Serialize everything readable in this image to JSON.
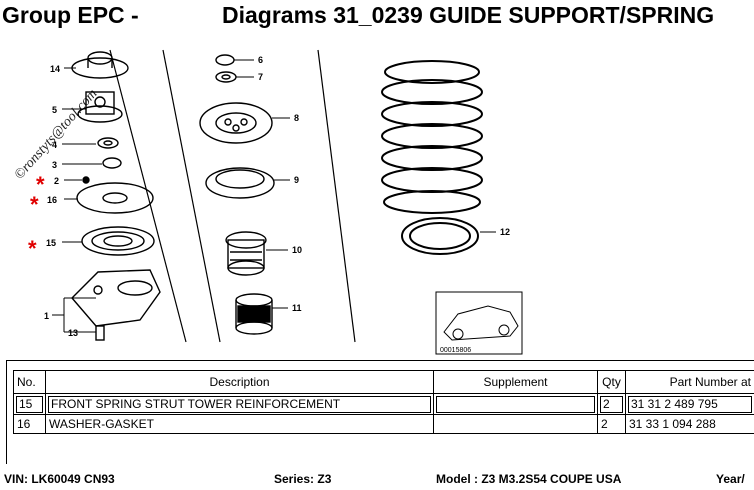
{
  "header": {
    "group_label": "Group EPC -",
    "diagram_title": "Diagrams 31_0239 GUIDE SUPPORT/SPRING"
  },
  "watermark": "©ronstyts@tool.com",
  "diagram": {
    "part_numbers": [
      "14",
      "5",
      "4",
      "3",
      "2",
      "16",
      "15",
      "1",
      "13",
      "6",
      "7",
      "8",
      "9",
      "10",
      "11",
      "12"
    ],
    "asterisk": "*",
    "thumbnail_code": "00015806"
  },
  "table": {
    "headers": {
      "no": "No.",
      "description": "Description",
      "supplement": "Supplement",
      "qty": "Qty",
      "part_number": "Part Number at"
    },
    "rows": [
      {
        "no": "15",
        "description": "FRONT SPRING STRUT TOWER REINFORCEMENT",
        "supplement": "",
        "qty": "2",
        "part_number": "31 31 2 489 795"
      },
      {
        "no": "16",
        "description": "WASHER-GASKET",
        "supplement": "",
        "qty": "2",
        "part_number": "31 33 1 094 288"
      }
    ]
  },
  "footer": {
    "vin": "VIN: LK60049 CN93",
    "series": "Series: Z3",
    "model": "Model : Z3 M3.2S54 COUPE USA",
    "year": "Year/"
  }
}
